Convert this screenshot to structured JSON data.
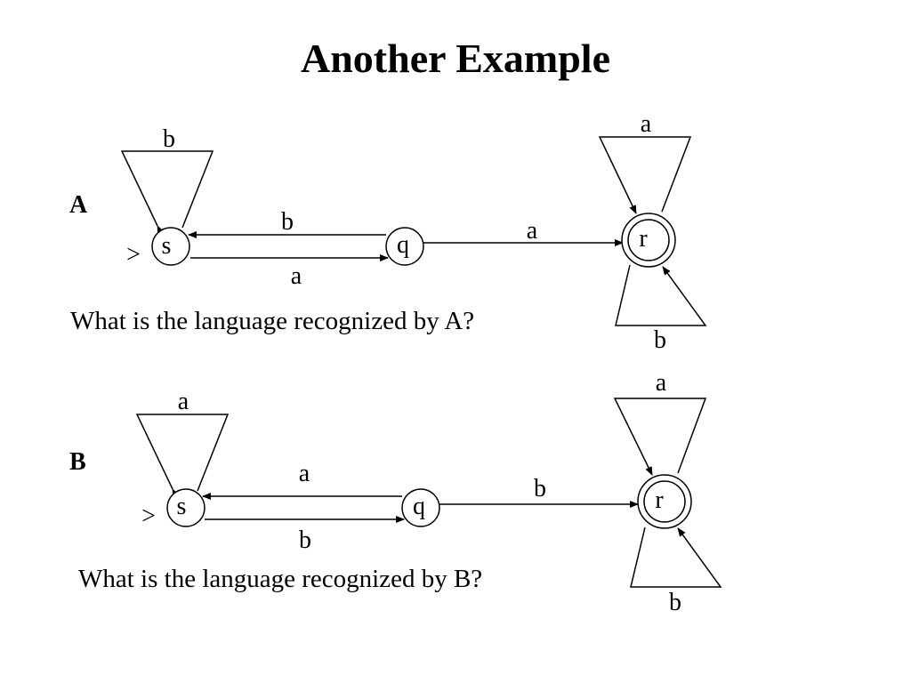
{
  "title": "Another Example",
  "automata": [
    {
      "name": "A",
      "question": "What is the language recognized by A?",
      "start_marker": ">",
      "states": {
        "s": "s",
        "q": "q",
        "r": "r"
      },
      "accepting": [
        "r"
      ],
      "transitions": {
        "s_self": "b",
        "q_to_s": "b",
        "s_to_q": "a",
        "q_to_r": "a",
        "r_self_top": "a",
        "r_self_bottom": "b"
      }
    },
    {
      "name": "B",
      "question": "What is the language recognized by B?",
      "start_marker": ">",
      "states": {
        "s": "s",
        "q": "q",
        "r": "r"
      },
      "accepting": [
        "r"
      ],
      "transitions": {
        "s_self": "a",
        "q_to_s": "a",
        "s_to_q": "b",
        "q_to_r": "b",
        "r_self_top": "a",
        "r_self_bottom": "b"
      }
    }
  ]
}
